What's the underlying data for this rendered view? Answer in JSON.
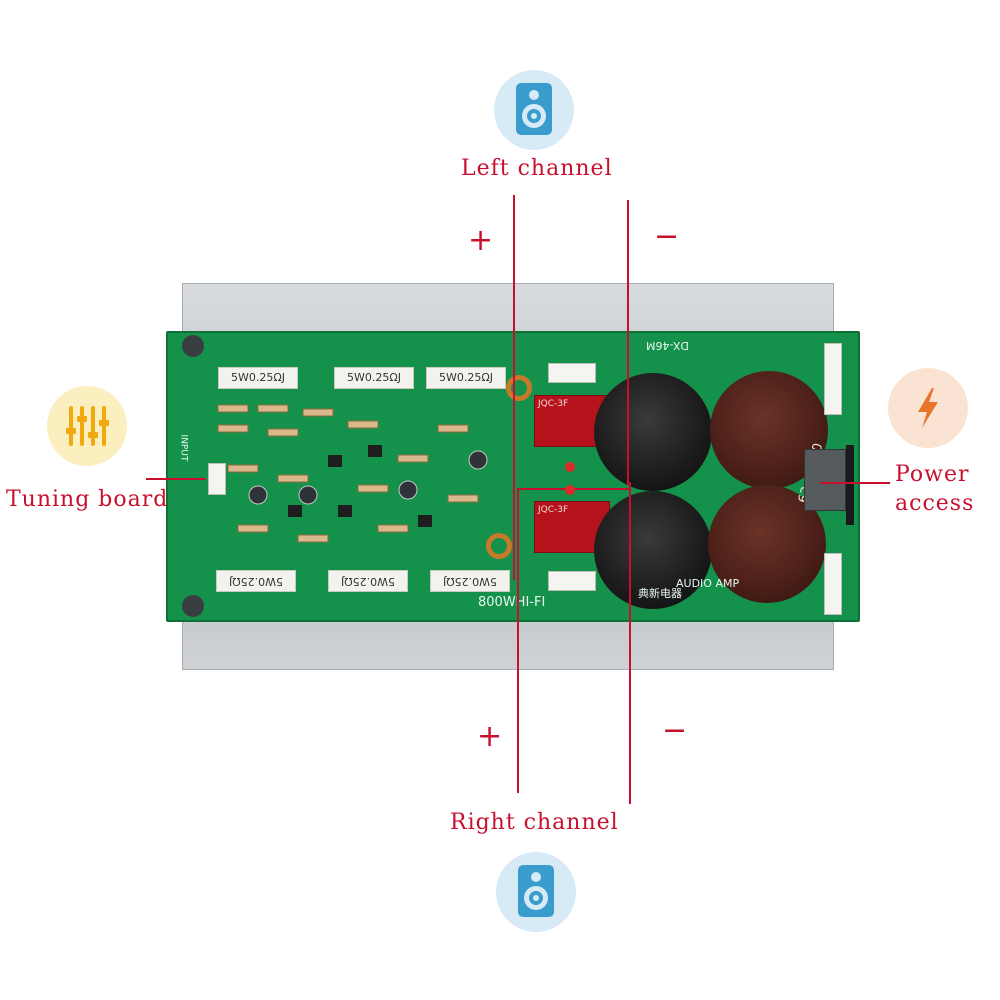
{
  "labels": {
    "left_channel": "Left channel",
    "right_channel": "Right channel",
    "tuning_board": "Tuning board",
    "power_access_line1": "Power",
    "power_access_line2": "access",
    "plus": "+",
    "minus": "−"
  },
  "board_text": {
    "r1": "5W0.25ΩJ",
    "r2": "5W0.25ΩJ",
    "r3": "5W0.25ΩJ",
    "r4": "5W0.25ΩJ",
    "r5": "5W0.25ΩJ",
    "r6": "5W0.25ΩJ",
    "model": "DX-46M",
    "amp": "AUDIO AMP",
    "brand": "典新电器",
    "hifi": "800WHI-FI",
    "relay_top": "JQC-3F",
    "relay_bottom": "JQC-3F",
    "cap_label": "63v 2200",
    "input": "INPUT"
  },
  "icons": {
    "left_channel": "speaker-icon",
    "right_channel": "speaker-icon",
    "tuning_board": "equalizer-sliders-icon",
    "power_access": "lightning-bolt-icon"
  },
  "colors": {
    "accent_red": "#c8102e",
    "speaker_circle": "#d6ebf6",
    "speaker_symbol": "#3a9ccd",
    "tuning_circle": "#fbeebf",
    "tuning_symbol": "#f2a90f",
    "power_circle": "#fbe3d4",
    "power_symbol": "#e8762a"
  }
}
